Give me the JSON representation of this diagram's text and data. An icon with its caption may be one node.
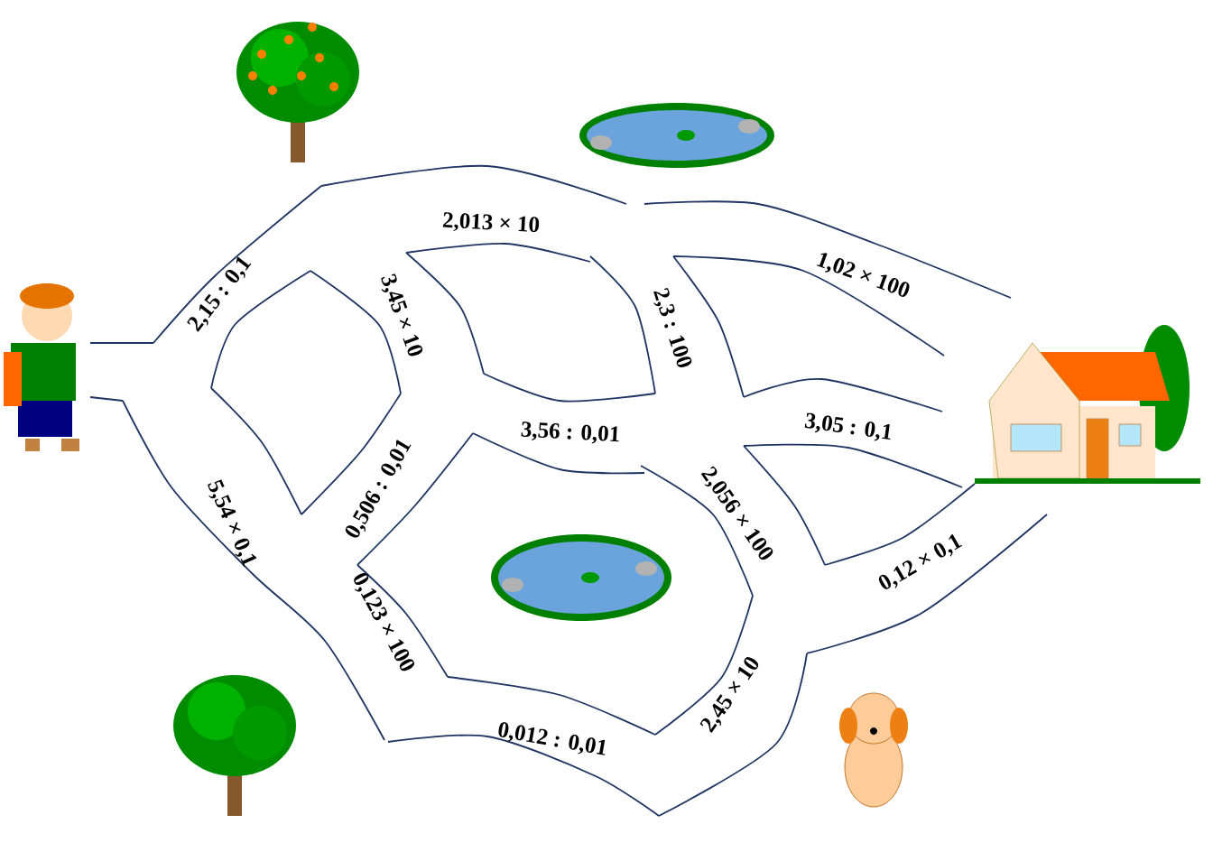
{
  "diagram": {
    "labels": [
      "2,013 × 10",
      "1,02 × 100",
      "2,15 : 0,1",
      "3,45 × 10",
      "2,3 : 100",
      "3,05 : 0,1",
      "3,56 : 0,01",
      "0,506 : 0,01",
      "2,056 × 100",
      "5,54 × 0,1",
      "0,12 × 0,1",
      "0,123 × 100",
      "2,45 × 10",
      "0,012 : 0,01"
    ]
  }
}
